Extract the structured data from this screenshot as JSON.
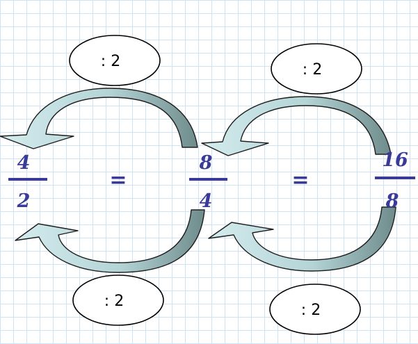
{
  "colors": {
    "fraction": "#3a3a98",
    "arrow_fill": "#bcdcde",
    "arrow_shade": "#7f9a9a",
    "arrow_stroke": "#1e1e1e"
  },
  "fractions": [
    {
      "numerator": "4",
      "denominator": "2"
    },
    {
      "numerator": "8",
      "denominator": "4"
    },
    {
      "numerator": "16",
      "denominator": "8"
    }
  ],
  "equals": [
    "=",
    "="
  ],
  "operations": {
    "top_left": ": 2",
    "top_right": ": 2",
    "bottom_left": ": 2",
    "bottom_right": ": 2"
  }
}
